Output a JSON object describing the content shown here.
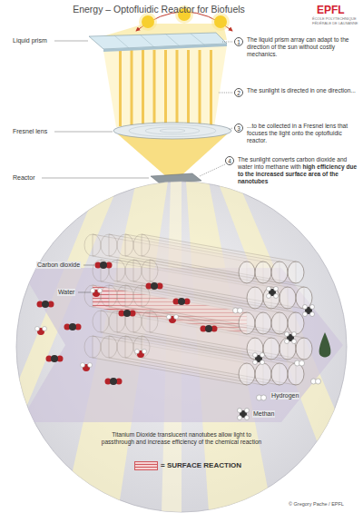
{
  "diagram": {
    "title": "Energy – Optofluidic Reactor for Biofuels",
    "nodes": [
      {
        "text": [
          "1"
        ]
      },
      {
        "text": [
          "2"
        ]
      },
      {
        "text": [
          "3"
        ]
      },
      {
        "text": [
          "4"
        ]
      }
    ],
    "labels": [
      "EPFL",
      "ÉCOLE POLYTECHNIQUE FÉDÉRALE DE LAUSANNE",
      "Liquid prism",
      "Fresnel lens",
      "Reactor",
      "The liquid prism array can adapt to the direction of the sun without costly mechanics.",
      "The sunlight is directed in one direction...",
      "...to be collected in a Fresnel lens that focuses the light onto the optofluidic reactor.",
      "The sunlight converts carbon dioxide and water into methane with",
      "high efficiency due to the increased surface area of the nanotubes",
      "Carbon dioxide",
      "Water",
      "Hydrogen",
      "Methan",
      "Titanium Dioxide translucent nanotubes allow light to passthrough and increase efficiency of the chemical reaction",
      "© Gregory Pache / EPFL"
    ],
    "legend": [
      {
        "text": "= SURFACE REACTION"
      }
    ]
  }
}
